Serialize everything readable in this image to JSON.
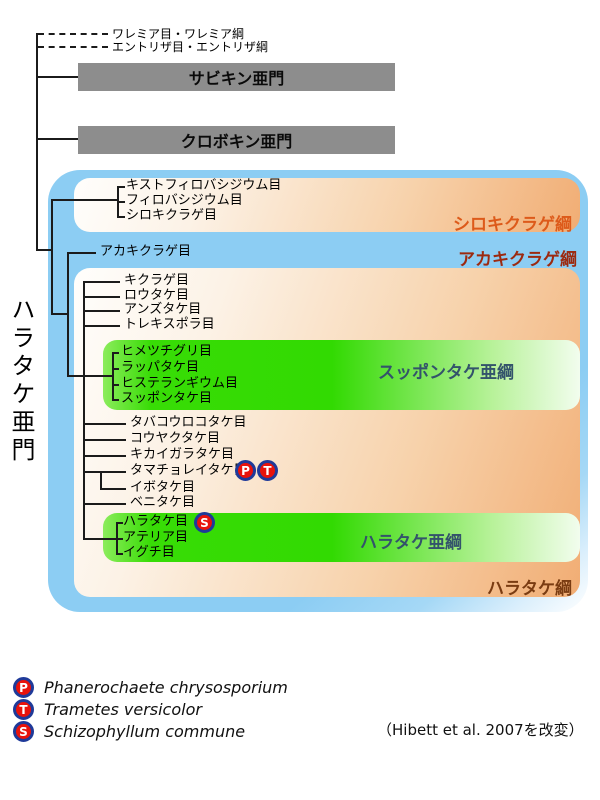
{
  "figure": {
    "subphylum_title": "ハラタケ亜門",
    "citation": "（Hibett et al. 2007を改変）"
  },
  "outgroups": [
    "ワレミア目・ワレミア綱",
    "エントリザ目・エントリザ綱"
  ],
  "sister_subphyla": [
    "サビキン亜門",
    "クロボキン亜門"
  ],
  "classes": {
    "tremellomycetes": "シロキクラゲ綱",
    "dacrymycetes": "アカキクラゲ綱",
    "agaricomycetes": "ハラタケ綱"
  },
  "subclasses": {
    "phallomycetidae": "スッポンタケ亜綱",
    "agaricomycetidae": "ハラタケ亜綱"
  },
  "orders": {
    "tremellomycetes": [
      "キストフィロバシジウム目",
      "フィロバシジウム目",
      "シロキクラゲ目"
    ],
    "dacrymycetes": "アカキクラゲ目",
    "basal_agaricomycetes": [
      "キクラゲ目",
      "ロウタケ目",
      "アンズタケ目",
      "トレキスポラ目"
    ],
    "phallomycetidae": [
      "ヒメツチグリ目",
      "ラッパタケ目",
      "ヒステランギウム目",
      "スッポンタケ目"
    ],
    "mid_agaricomycetes": [
      "タバコウロコタケ目",
      "コウヤクタケ目",
      "キカイガラタケ目",
      "タマチョレイタケ目",
      "イボタケ目",
      "ベニタケ目"
    ],
    "agaricomycetidae": [
      "ハラタケ目",
      "アテリア目",
      "イグチ目"
    ]
  },
  "legend": [
    {
      "letter": "P",
      "species": "Phanerochaete chrysosporium"
    },
    {
      "letter": "T",
      "species": "Trametes versicolor"
    },
    {
      "letter": "S",
      "species": "Schizophyllum commune"
    }
  ],
  "colors": {
    "clade_blue": "#8ccdf3",
    "class_orange": "#f1ad74",
    "subclass_green": "#32da02",
    "subphylum_gray": "#8d8d8d",
    "tremellomycetes_label": "#dd5a1a",
    "dacrymycetes_label": "#9c2a10",
    "agaricomycetes_label": "#7a3c12",
    "subclass_label": "#33536b",
    "marker_fill": "#e8130c",
    "marker_ring": "#1f3a99"
  }
}
